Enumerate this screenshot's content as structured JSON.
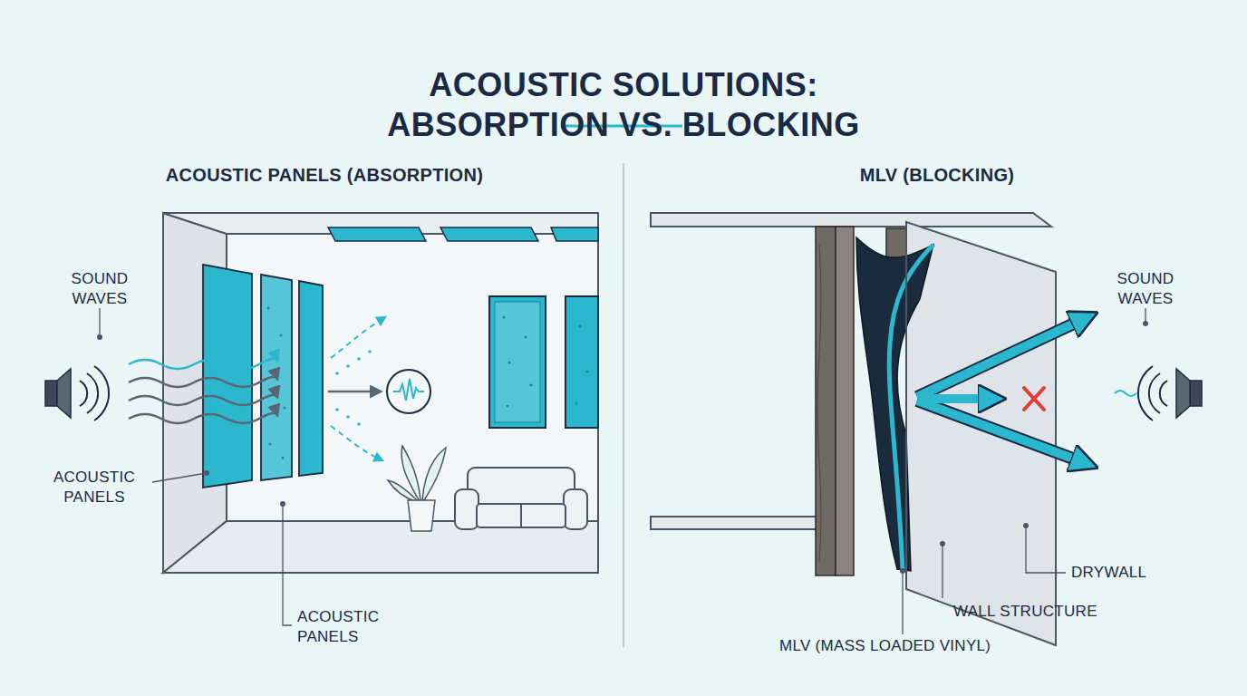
{
  "diagram": {
    "title": "ACOUSTIC SOLUTIONS: ABSORPTION VS. BLOCKING",
    "labels": [
      "ACOUSTIC PANELS (ABSORPTION)",
      "MLV (BLOCKING)",
      "SOUND WAVES",
      "ACOUSTIC PANELS",
      "ACOUSTIC PANELS",
      "SOUND WAVES",
      "DRYWALL",
      "WALL STRUCTURE",
      "MLV (MASS LOADED VINYL)"
    ]
  }
}
